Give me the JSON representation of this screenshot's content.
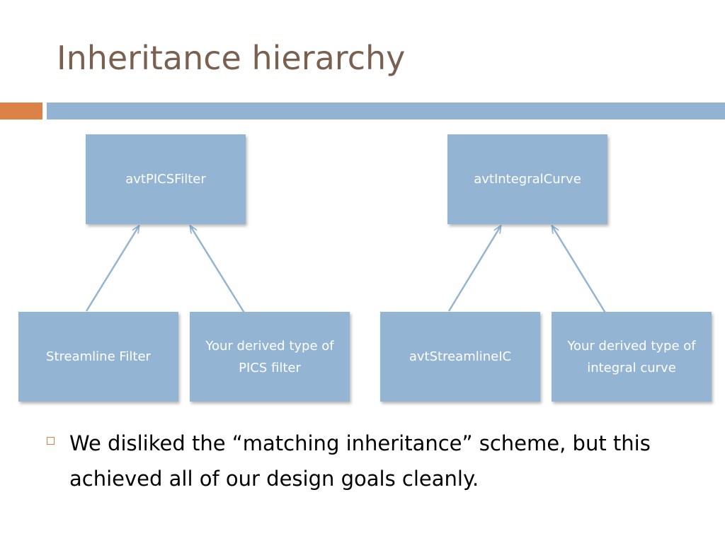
{
  "slide": {
    "title": "Inheritance hierarchy"
  },
  "diagram": {
    "nodes": {
      "pics_filter": "avtPICSFilter",
      "integral_curve": "avtIntegralCurve",
      "streamline_filter": "Streamline Filter",
      "derived_pics": "Your derived type of PICS filter",
      "streamline_ic": "avtStreamlineIC",
      "derived_curve": "Your derived type of integral curve"
    },
    "edges": [
      {
        "from": "Streamline Filter",
        "to": "avtPICSFilter"
      },
      {
        "from": "Your derived type of PICS filter",
        "to": "avtPICSFilter"
      },
      {
        "from": "avtStreamlineIC",
        "to": "avtIntegralCurve"
      },
      {
        "from": "Your derived type of integral curve",
        "to": "avtIntegralCurve"
      }
    ]
  },
  "bullet": {
    "text": "We disliked the “matching inheritance” scheme, but this achieved all of our design goals cleanly."
  },
  "colors": {
    "title": "#7a6050",
    "accent_orange": "#dd8246",
    "accent_blue": "#92b4d2",
    "box_fill": "#93b5d3",
    "box_text": "#ffffff",
    "arrow": "#93b5d3"
  }
}
